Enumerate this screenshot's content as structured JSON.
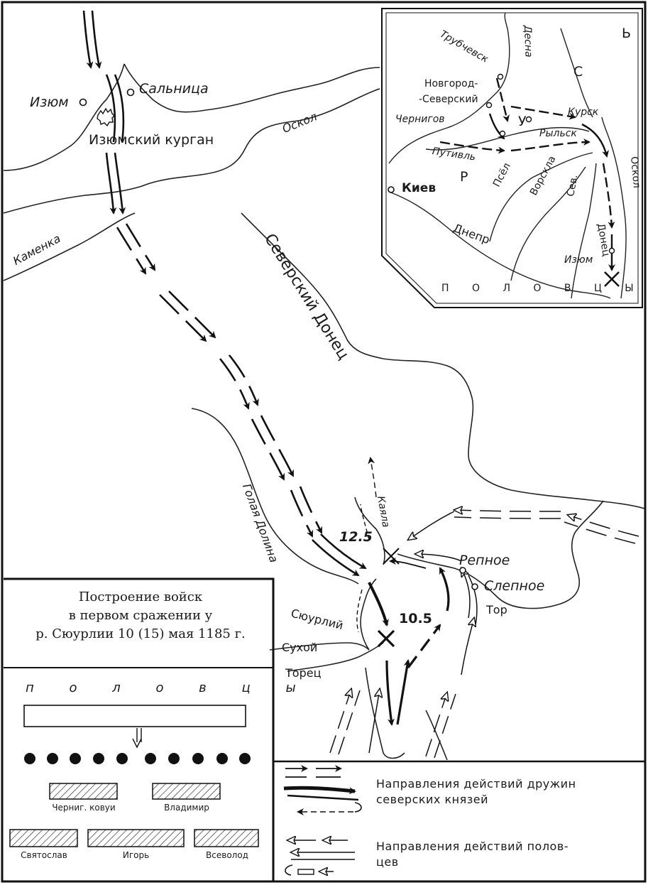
{
  "map": {
    "places": {
      "izyum": "Изюм",
      "salnitsa": "Сальница",
      "izyumsky_kurgan": "Изюмский курган",
      "repnoe": "Репное",
      "slepnoe": "Слепное"
    },
    "rivers": {
      "oskol": "Оскол",
      "kamenka": "Каменка",
      "seversky_donets": "Северский Донец",
      "golaya_dolina": "Голая Долина",
      "kayala": "Каяла",
      "syurliy": "Сюурлий",
      "sukhoi_torets_1": "Сухой",
      "sukhoi_torets_2": "Торец",
      "tor": "Тор"
    },
    "dates": {
      "first_battle": "10.5",
      "second_battle": "12.5"
    }
  },
  "inset": {
    "places": {
      "trubchevsk": "Трубчевск",
      "novgorod_seversky_1": "Новгород-",
      "novgorod_seversky_2": "-Северский",
      "chernigov": "Чернигов",
      "kursk": "Курск",
      "rylsk": "Рыльск",
      "putivl": "Путивль",
      "kiev": "Киев",
      "izyum": "Изюм"
    },
    "rivers": {
      "desna": "Десна",
      "psel": "Псёл",
      "vorskla": "Ворскла",
      "sev_donets_1": "Сев.",
      "sev_donets_2": "Донец",
      "dnepr": "Днепр",
      "oskol": "Оскол"
    },
    "region_letters": [
      "Р",
      "У",
      "С",
      "Ь"
    ],
    "polovtsy": "П О Л О В Ц Ы"
  },
  "legend": {
    "title_line1": "Построение войск",
    "title_line2": "в первом сражении у",
    "title_line3": "р. Сюурлии 10 (15) мая 1185 г.",
    "polovtsy": "п о л о в ц ы",
    "units": {
      "chernig_kovui": "Черниг. ковуи",
      "vladimir": "Владимир",
      "svyatoslav": "Святослав",
      "igor": "Игорь",
      "vsevolod": "Всеволод"
    },
    "key_princes_1": "Направления действий дружин",
    "key_princes_2": "северских   князей",
    "key_polovtsy_1": "Направления действий полов-",
    "key_polovtsy_2": "цев"
  }
}
